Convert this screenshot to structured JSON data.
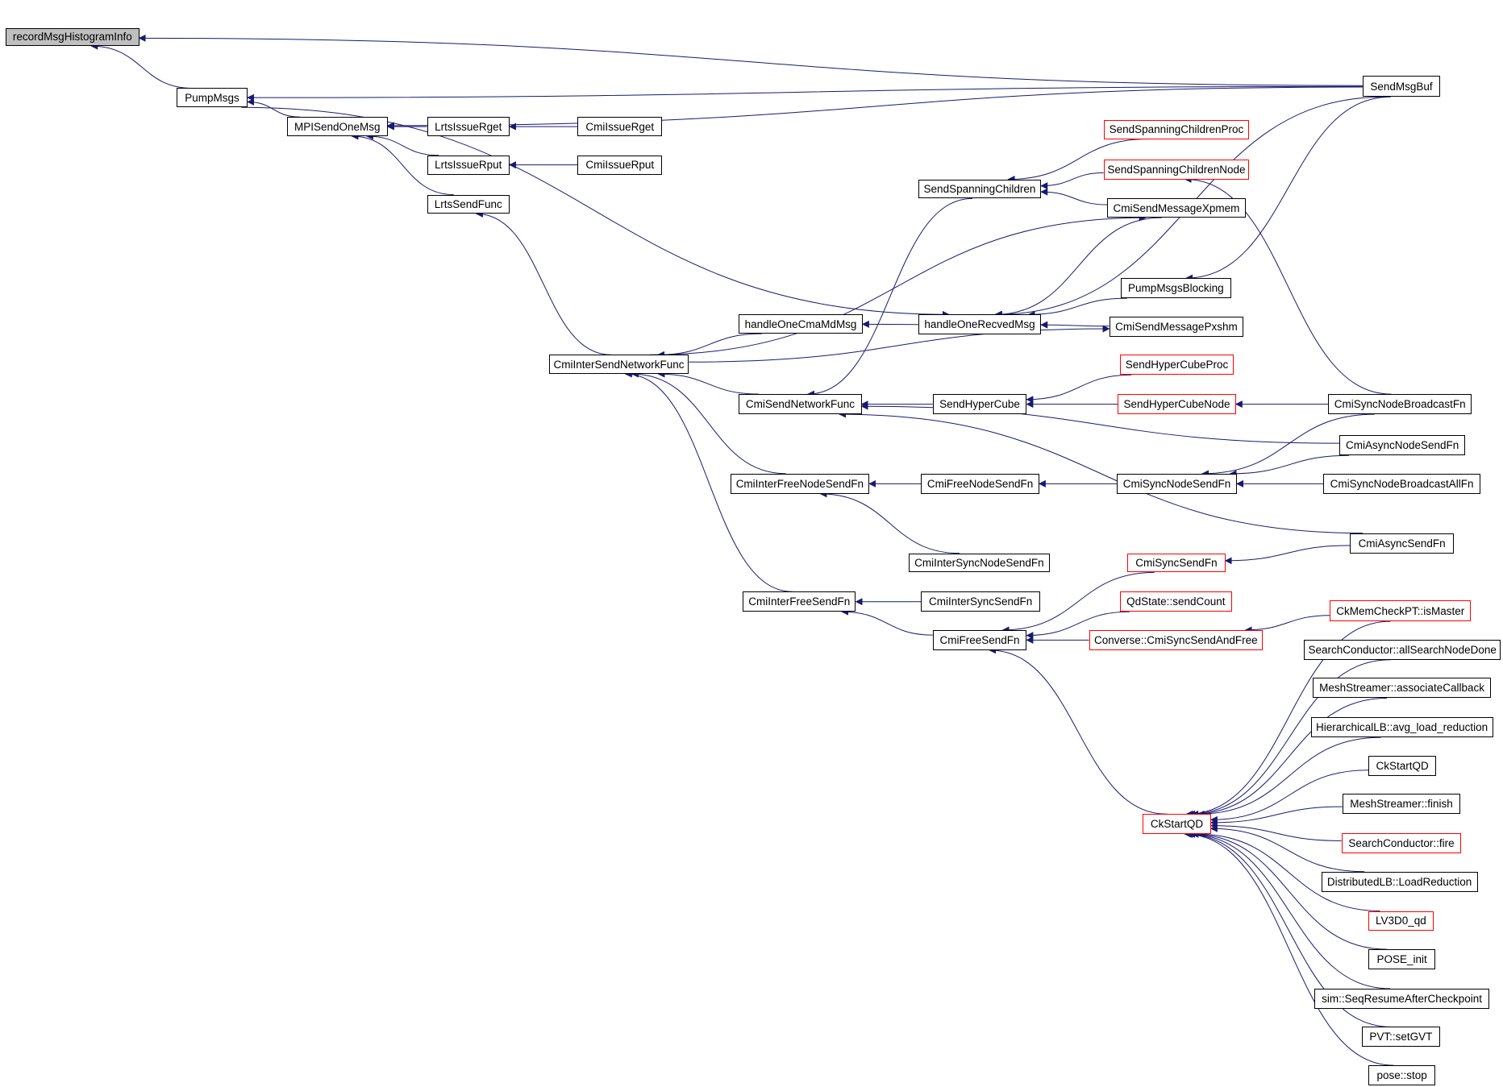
{
  "title": "Caller graph for recordMsgHistogramInfo",
  "colors": {
    "edge": "#191970",
    "node_border": "#000000",
    "node_border_undocumented": "#ff0000",
    "root_fill": "#bfbfbf"
  },
  "nodes": [
    {
      "id": "recordMsgHistogramInfo",
      "label": "recordMsgHistogramInfo",
      "style": "root"
    },
    {
      "id": "PumpMsgs",
      "label": "PumpMsgs",
      "style": "normal"
    },
    {
      "id": "SendMsgBuf",
      "label": "SendMsgBuf",
      "style": "normal"
    },
    {
      "id": "MPISendOneMsg",
      "label": "MPISendOneMsg",
      "style": "normal"
    },
    {
      "id": "LrtsIssueRget",
      "label": "LrtsIssueRget",
      "style": "normal"
    },
    {
      "id": "CmiIssueRget",
      "label": "CmiIssueRget",
      "style": "normal"
    },
    {
      "id": "LrtsIssueRput",
      "label": "LrtsIssueRput",
      "style": "normal"
    },
    {
      "id": "CmiIssueRput",
      "label": "CmiIssueRput",
      "style": "normal"
    },
    {
      "id": "LrtsSendFunc",
      "label": "LrtsSendFunc",
      "style": "normal"
    },
    {
      "id": "SendSpanningChildrenProc",
      "label": "SendSpanningChildrenProc",
      "style": "red"
    },
    {
      "id": "SendSpanningChildrenNode",
      "label": "SendSpanningChildrenNode",
      "style": "red"
    },
    {
      "id": "SendSpanningChildren",
      "label": "SendSpanningChildren",
      "style": "normal"
    },
    {
      "id": "CmiSendMessageXpmem",
      "label": "CmiSendMessageXpmem",
      "style": "normal"
    },
    {
      "id": "PumpMsgsBlocking",
      "label": "PumpMsgsBlocking",
      "style": "normal"
    },
    {
      "id": "handleOneCmaMdMsg",
      "label": "handleOneCmaMdMsg",
      "style": "normal"
    },
    {
      "id": "handleOneRecvedMsg",
      "label": "handleOneRecvedMsg",
      "style": "normal"
    },
    {
      "id": "CmiSendMessagePxshm",
      "label": "CmiSendMessagePxshm",
      "style": "normal"
    },
    {
      "id": "CmiInterSendNetworkFunc",
      "label": "CmiInterSendNetworkFunc",
      "style": "normal"
    },
    {
      "id": "SendHyperCubeProc",
      "label": "SendHyperCubeProc",
      "style": "red"
    },
    {
      "id": "CmiSendNetworkFunc",
      "label": "CmiSendNetworkFunc",
      "style": "normal"
    },
    {
      "id": "SendHyperCube",
      "label": "SendHyperCube",
      "style": "normal"
    },
    {
      "id": "SendHyperCubeNode",
      "label": "SendHyperCubeNode",
      "style": "red"
    },
    {
      "id": "CmiSyncNodeBroadcastFn",
      "label": "CmiSyncNodeBroadcastFn",
      "style": "normal"
    },
    {
      "id": "CmiAsyncNodeSendFn",
      "label": "CmiAsyncNodeSendFn",
      "style": "normal"
    },
    {
      "id": "CmiInterFreeNodeSendFn",
      "label": "CmiInterFreeNodeSendFn",
      "style": "normal"
    },
    {
      "id": "CmiFreeNodeSendFn",
      "label": "CmiFreeNodeSendFn",
      "style": "normal"
    },
    {
      "id": "CmiSyncNodeSendFn",
      "label": "CmiSyncNodeSendFn",
      "style": "normal"
    },
    {
      "id": "CmiSyncNodeBroadcastAllFn",
      "label": "CmiSyncNodeBroadcastAllFn",
      "style": "normal"
    },
    {
      "id": "CmiAsyncSendFn",
      "label": "CmiAsyncSendFn",
      "style": "normal"
    },
    {
      "id": "CmiInterSyncNodeSendFn",
      "label": "CmiInterSyncNodeSendFn",
      "style": "normal"
    },
    {
      "id": "CmiSyncSendFn",
      "label": "CmiSyncSendFn",
      "style": "red"
    },
    {
      "id": "CmiInterFreeSendFn",
      "label": "CmiInterFreeSendFn",
      "style": "normal"
    },
    {
      "id": "CmiInterSyncSendFn",
      "label": "CmiInterSyncSendFn",
      "style": "normal"
    },
    {
      "id": "QdStateSendCount",
      "label": "QdState::sendCount",
      "style": "red"
    },
    {
      "id": "CkMemCheckPTIsMaster",
      "label": "CkMemCheckPT::isMaster",
      "style": "red"
    },
    {
      "id": "CmiFreeSendFn",
      "label": "CmiFreeSendFn",
      "style": "normal"
    },
    {
      "id": "ConverseCmiSyncSendAndFree",
      "label": "Converse::CmiSyncSendAndFree",
      "style": "red"
    },
    {
      "id": "SearchConductorAllSearchNodeDone",
      "label": "SearchConductor::allSearchNodeDone",
      "style": "normal"
    },
    {
      "id": "MeshStreamerAssociateCallback",
      "label": "MeshStreamer::associateCallback",
      "style": "normal"
    },
    {
      "id": "HierarchicalLBAvgLoadReduction",
      "label": "HierarchicalLB::avg_load_reduction",
      "style": "normal"
    },
    {
      "id": "CkStartQD2",
      "label": "CkStartQD",
      "style": "normal"
    },
    {
      "id": "MeshStreamerFinish",
      "label": "MeshStreamer::finish",
      "style": "normal"
    },
    {
      "id": "CkStartQD",
      "label": "CkStartQD",
      "style": "red"
    },
    {
      "id": "SearchConductorFire",
      "label": "SearchConductor::fire",
      "style": "red"
    },
    {
      "id": "DistributedLBLoadReduction",
      "label": "DistributedLB::LoadReduction",
      "style": "normal"
    },
    {
      "id": "LV3D0_qd",
      "label": "LV3D0_qd",
      "style": "red"
    },
    {
      "id": "POSE_init",
      "label": "POSE_init",
      "style": "normal"
    },
    {
      "id": "simSeqResumeAfterCheckpoint",
      "label": "sim::SeqResumeAfterCheckpoint",
      "style": "normal"
    },
    {
      "id": "PVTSetGVT",
      "label": "PVT::setGVT",
      "style": "normal"
    },
    {
      "id": "poseStop",
      "label": "pose::stop",
      "style": "normal"
    }
  ],
  "edges": [
    [
      "PumpMsgs",
      "recordMsgHistogramInfo"
    ],
    [
      "SendMsgBuf",
      "recordMsgHistogramInfo"
    ],
    [
      "SendMsgBuf",
      "PumpMsgs"
    ],
    [
      "MPISendOneMsg",
      "PumpMsgs"
    ],
    [
      "SendMsgBuf",
      "MPISendOneMsg"
    ],
    [
      "LrtsIssueRget",
      "MPISendOneMsg"
    ],
    [
      "LrtsIssueRput",
      "MPISendOneMsg"
    ],
    [
      "LrtsSendFunc",
      "MPISendOneMsg"
    ],
    [
      "CmiIssueRget",
      "LrtsIssueRget"
    ],
    [
      "CmiIssueRput",
      "LrtsIssueRput"
    ],
    [
      "PumpMsgs",
      "handleOneRecvedMsg"
    ],
    [
      "CmiInterSendNetworkFunc",
      "LrtsSendFunc"
    ],
    [
      "SendSpanningChildrenProc",
      "SendSpanningChildren"
    ],
    [
      "SendSpanningChildrenNode",
      "SendSpanningChildren"
    ],
    [
      "CmiSendMessageXpmem",
      "SendSpanningChildren"
    ],
    [
      "CmiInterSendNetworkFunc",
      "CmiSendMessageXpmem"
    ],
    [
      "CmiSendMessageXpmem",
      "handleOneRecvedMsg"
    ],
    [
      "SendMsgBuf",
      "handleOneRecvedMsg"
    ],
    [
      "SendMsgBuf",
      "PumpMsgsBlocking"
    ],
    [
      "PumpMsgsBlocking",
      "handleOneRecvedMsg"
    ],
    [
      "CmiSendMessagePxshm",
      "handleOneRecvedMsg"
    ],
    [
      "handleOneRecvedMsg",
      "handleOneCmaMdMsg"
    ],
    [
      "handleOneCmaMdMsg",
      "CmiInterSendNetworkFunc"
    ],
    [
      "CmiInterSendNetworkFunc",
      "CmiSendMessagePxshm"
    ],
    [
      "CmiSendNetworkFunc",
      "CmiInterSendNetworkFunc"
    ],
    [
      "SendSpanningChildren",
      "CmiSendNetworkFunc"
    ],
    [
      "SendHyperCube",
      "CmiSendNetworkFunc"
    ],
    [
      "SendHyperCubeProc",
      "SendHyperCube"
    ],
    [
      "SendHyperCubeNode",
      "SendHyperCube"
    ],
    [
      "CmiSyncNodeBroadcastFn",
      "SendHyperCubeNode"
    ],
    [
      "CmiSyncNodeBroadcastFn",
      "SendSpanningChildrenNode"
    ],
    [
      "CmiAsyncNodeSendFn",
      "CmiSendNetworkFunc"
    ],
    [
      "CmiAsyncSendFn",
      "CmiSendNetworkFunc"
    ],
    [
      "CmiInterFreeNodeSendFn",
      "CmiInterSendNetworkFunc"
    ],
    [
      "CmiFreeNodeSendFn",
      "CmiInterFreeNodeSendFn"
    ],
    [
      "CmiSyncNodeSendFn",
      "CmiFreeNodeSendFn"
    ],
    [
      "CmiSyncNodeBroadcastFn",
      "CmiSyncNodeSendFn"
    ],
    [
      "CmiAsyncNodeSendFn",
      "CmiSyncNodeSendFn"
    ],
    [
      "CmiSyncNodeBroadcastAllFn",
      "CmiSyncNodeSendFn"
    ],
    [
      "CmiInterSyncNodeSendFn",
      "CmiInterFreeNodeSendFn"
    ],
    [
      "CmiInterFreeSendFn",
      "CmiInterSendNetworkFunc"
    ],
    [
      "CmiInterSyncSendFn",
      "CmiInterFreeSendFn"
    ],
    [
      "CmiFreeSendFn",
      "CmiInterFreeSendFn"
    ],
    [
      "CmiAsyncSendFn",
      "CmiSyncSendFn"
    ],
    [
      "CmiSyncSendFn",
      "CmiFreeSendFn"
    ],
    [
      "QdStateSendCount",
      "CmiFreeSendFn"
    ],
    [
      "ConverseCmiSyncSendAndFree",
      "CmiFreeSendFn"
    ],
    [
      "CkMemCheckPTIsMaster",
      "ConverseCmiSyncSendAndFree"
    ],
    [
      "CkStartQD",
      "CmiFreeSendFn"
    ],
    [
      "CkMemCheckPTIsMaster",
      "CkStartQD"
    ],
    [
      "SearchConductorAllSearchNodeDone",
      "CkStartQD"
    ],
    [
      "MeshStreamerAssociateCallback",
      "CkStartQD"
    ],
    [
      "HierarchicalLBAvgLoadReduction",
      "CkStartQD"
    ],
    [
      "CkStartQD2",
      "CkStartQD"
    ],
    [
      "MeshStreamerFinish",
      "CkStartQD"
    ],
    [
      "SearchConductorFire",
      "CkStartQD"
    ],
    [
      "DistributedLBLoadReduction",
      "CkStartQD"
    ],
    [
      "LV3D0_qd",
      "CkStartQD"
    ],
    [
      "POSE_init",
      "CkStartQD"
    ],
    [
      "simSeqResumeAfterCheckpoint",
      "CkStartQD"
    ],
    [
      "PVTSetGVT",
      "CkStartQD"
    ],
    [
      "poseStop",
      "CkStartQD"
    ]
  ]
}
